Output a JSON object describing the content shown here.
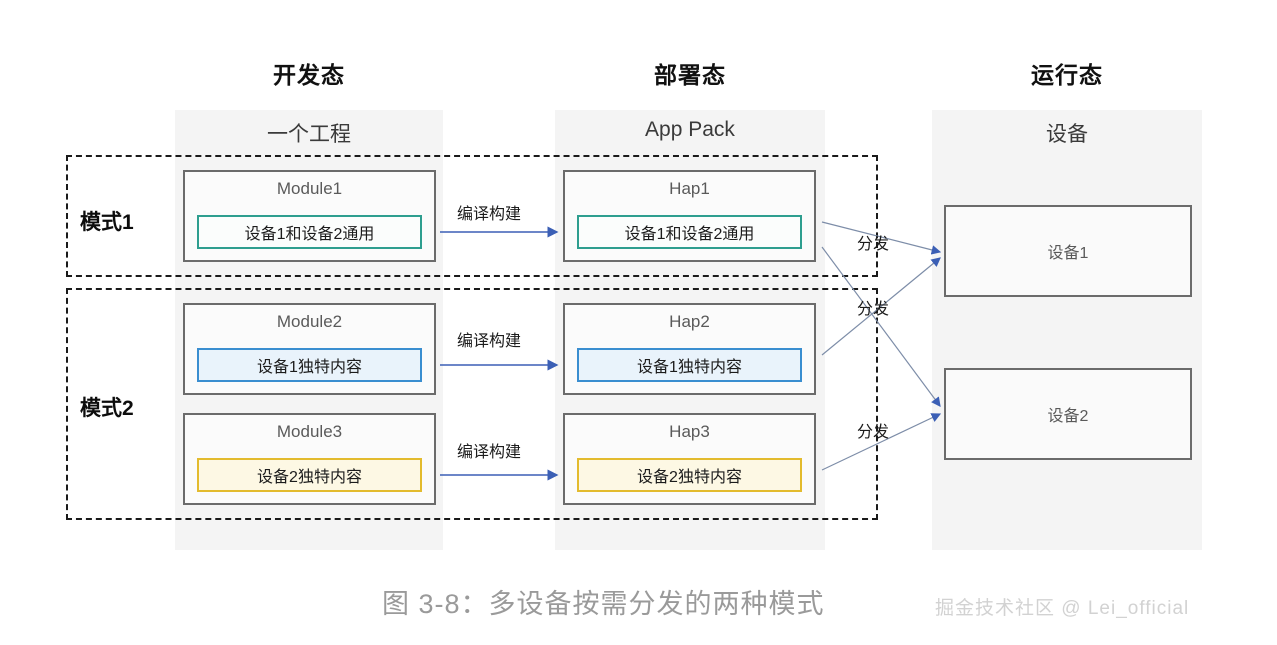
{
  "figure": {
    "caption": "图 3-8：多设备按需分发的两种模式",
    "watermark": "掘金技术社区 @ Lei_official"
  },
  "colors": {
    "panel_gray": "#f4f4f4",
    "card_border": "#6b6b6b",
    "dashed_frame": "#1a1a1a",
    "inner_teal": "#2e9e8f",
    "inner_blue": "#3a8ed0",
    "inner_amber": "#e3bb2e",
    "arrow_blue": "#3b5fb5",
    "caption_gray": "#9a9a9a",
    "watermark_gray": "#d2d2d2"
  },
  "columns": [
    {
      "stage": "开发态",
      "heading": "一个工程"
    },
    {
      "stage": "部署态",
      "heading": "App Pack"
    },
    {
      "stage": "运行态",
      "heading": "设备"
    }
  ],
  "modes": [
    {
      "label": "模式1"
    },
    {
      "label": "模式2"
    }
  ],
  "modules": [
    {
      "title": "Module1",
      "content": "设备1和设备2通用",
      "accent": "teal"
    },
    {
      "title": "Module2",
      "content": "设备1独特内容",
      "accent": "blue"
    },
    {
      "title": "Module3",
      "content": "设备2独特内容",
      "accent": "amber"
    }
  ],
  "haps": [
    {
      "title": "Hap1",
      "content": "设备1和设备2通用",
      "accent": "teal"
    },
    {
      "title": "Hap2",
      "content": "设备1独特内容",
      "accent": "blue"
    },
    {
      "title": "Hap3",
      "content": "设备2独特内容",
      "accent": "amber"
    }
  ],
  "devices": [
    {
      "label": "设备1"
    },
    {
      "label": "设备2"
    }
  ],
  "build_labels": [
    {
      "text": "编译构建"
    },
    {
      "text": "编译构建"
    },
    {
      "text": "编译构建"
    }
  ],
  "distribute_labels": [
    {
      "text": "分发"
    },
    {
      "text": "分发"
    },
    {
      "text": "分发"
    }
  ]
}
